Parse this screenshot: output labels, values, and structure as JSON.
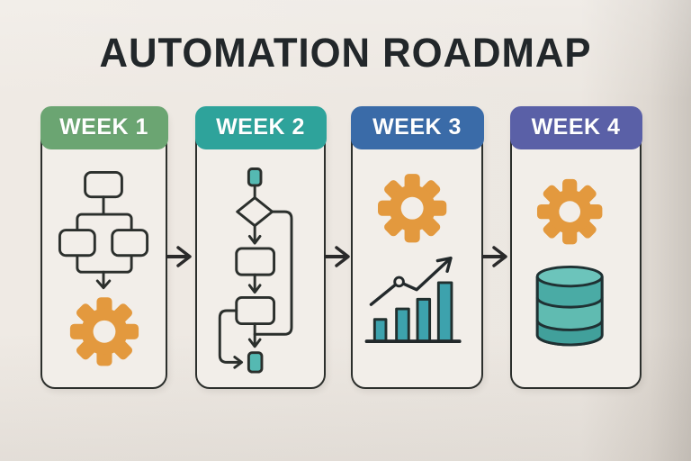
{
  "title": "AUTOMATION ROADMAP",
  "columns": [
    {
      "label": "WEEK 1",
      "header_color": "#6ba572",
      "icons": [
        "flowchart-tree-icon",
        "gear-icon"
      ]
    },
    {
      "label": "WEEK 2",
      "header_color": "#2ea39b",
      "icons": [
        "flowchart-loop-icon"
      ]
    },
    {
      "label": "WEEK 3",
      "header_color": "#3a6ba8",
      "icons": [
        "gear-icon",
        "growth-chart-icon"
      ]
    },
    {
      "label": "WEEK 4",
      "header_color": "#5a60a7",
      "icons": [
        "gear-icon",
        "database-icon"
      ]
    }
  ],
  "connector_direction": "right",
  "colors": {
    "page_background": "#ebe6e0",
    "card_background": "#f2eee9",
    "outline": "#2c2f2c",
    "title_text": "#22272a",
    "header_text": "#ffffff",
    "gear": "#e3993e",
    "teal_icon": "#55b9b2",
    "bar_fill": "#3da2ad",
    "database_teal": "#4aaba5",
    "connector": "#2a2a2a"
  }
}
